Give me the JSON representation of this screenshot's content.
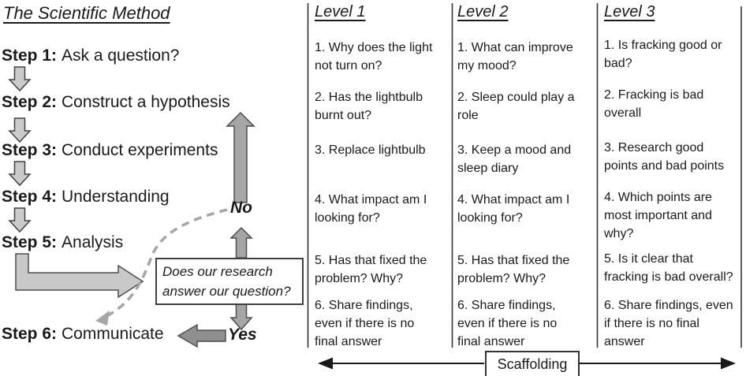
{
  "method": {
    "title": "The Scientific Method",
    "steps": [
      {
        "prefix": "Step 1:",
        "text": "Ask a question?"
      },
      {
        "prefix": "Step 2:",
        "text": "Construct a hypothesis"
      },
      {
        "prefix": "Step 3:",
        "text": "Conduct experiments"
      },
      {
        "prefix": "Step 4:",
        "text": "Understanding"
      },
      {
        "prefix": "Step 5:",
        "text": "Analysis"
      },
      {
        "prefix": "Step 6:",
        "text": "Communicate"
      }
    ],
    "decision_question": "Does our research answer our question?",
    "no_label": "No",
    "yes_label": "Yes"
  },
  "levels": {
    "columns": [
      {
        "title": "Level 1",
        "items": [
          "1. Why does the light not turn on?",
          "2. Has the lightbulb burnt out?",
          "3. Replace lightbulb",
          "4. What impact am I looking for?",
          "5. Has that fixed the problem? Why?",
          "6. Share findings, even if there is no final answer"
        ]
      },
      {
        "title": "Level 2",
        "items": [
          "1. What can improve my mood?",
          "2. Sleep could play a role",
          "3. Keep a mood and sleep diary",
          "4. What impact am I looking for?",
          "5. Has that fixed the problem? Why?",
          "6. Share findings, even if there is no final answer"
        ]
      },
      {
        "title": "Level 3",
        "items": [
          "1. Is fracking good or bad?",
          "2. Fracking is bad overall",
          "3. Research good points and bad points",
          "4. Which points are most important and why?",
          "5. Is it clear that fracking is bad overall?",
          "6. Share findings, even if there is no final answer"
        ]
      }
    ]
  },
  "scaffolding": {
    "label": "Scaffolding"
  },
  "colors": {
    "text": "#1a1a1a",
    "arrow_light_gray": "#cbcbcb",
    "arrow_medium_gray": "#a6a6a6",
    "arrow_dark_gray": "#8f8f8f",
    "dashed_arrow_gray": "#a6a6a6",
    "divider_line": "#333333",
    "background": "#ffffff"
  }
}
